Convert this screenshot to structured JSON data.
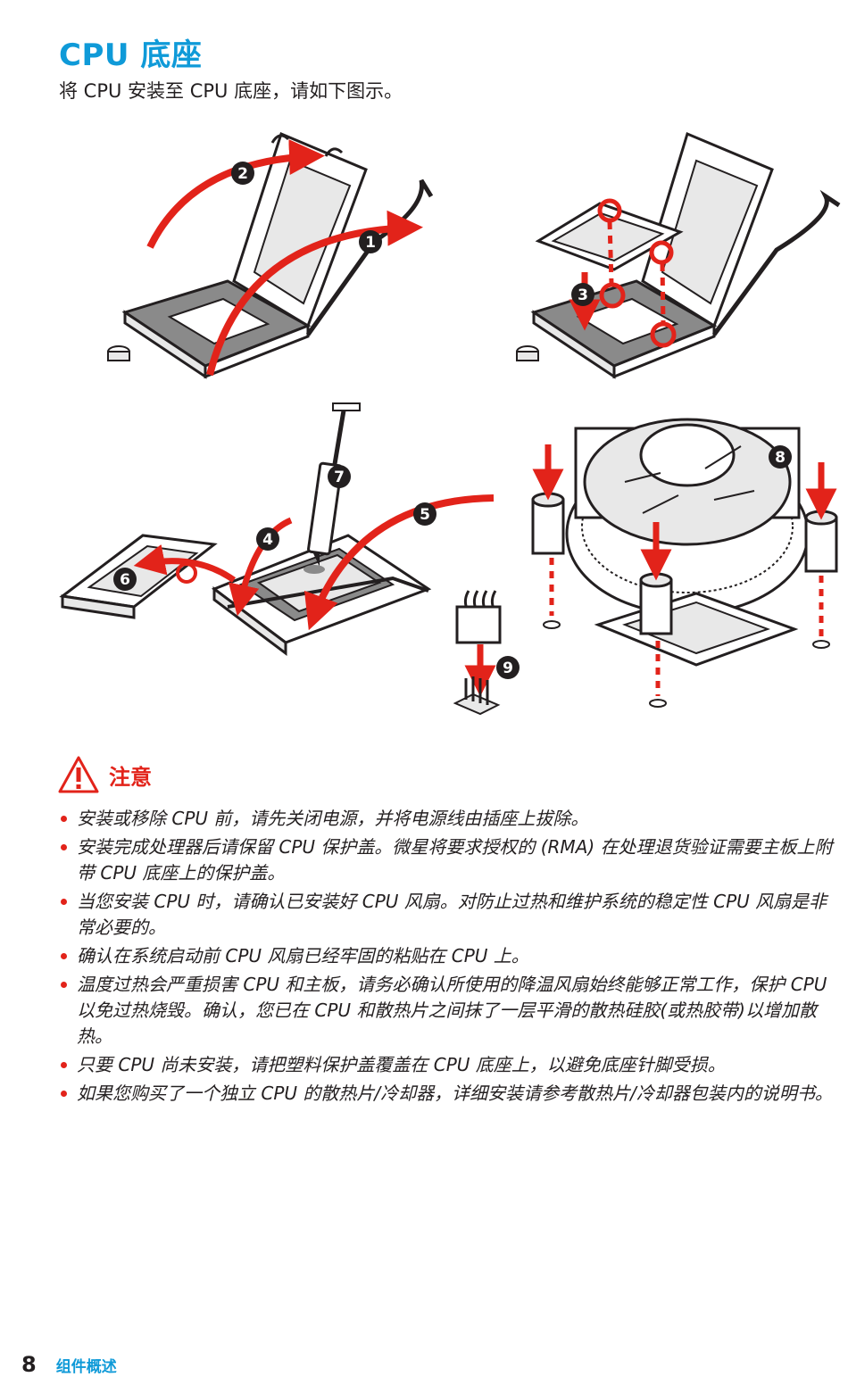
{
  "page": {
    "title": "CPU 底座",
    "intro": "将 CPU 安装至 CPU 底座，请如下图示。"
  },
  "figure": {
    "step_numbers": [
      "1",
      "2",
      "3",
      "4",
      "5",
      "6",
      "7",
      "8",
      "9"
    ],
    "colors": {
      "arrow": "#e2231a",
      "line": "#231f20",
      "shade": "#8a8a8a",
      "light": "#e8e8e8",
      "accent_blue": "#0f9ad8"
    }
  },
  "caution": {
    "label": "注意",
    "icon": "warning-triangle-icon",
    "items": [
      "安装或移除 CPU 前，请先关闭电源，并将电源线由插座上拔除。",
      "安装完成处理器后请保留 CPU 保护盖。微星将要求授权的 (RMA) 在处理退货验证需要主板上附带 CPU 底座上的保护盖。",
      "当您安装 CPU 时，请确认已安装好 CPU 风扇。对防止过热和维护系统的稳定性 CPU 风扇是非常必要的。",
      "确认在系统启动前 CPU 风扇已经牢固的粘贴在 CPU 上。",
      "温度过热会严重损害 CPU 和主板，请务必确认所使用的降温风扇始终能够正常工作，保护 CPU 以免过热烧毁。确认，您已在 CPU 和散热片之间抹了一层平滑的散热硅胶(或热胶带)以增加散热。",
      "只要 CPU 尚未安装，请把塑料保护盖覆盖在 CPU 底座上，以避免底座针脚受损。",
      "如果您购买了一个独立 CPU 的散热片/冷却器，详细安装请参考散热片/冷却器包装内的说明书。"
    ]
  },
  "footer": {
    "page_number": "8",
    "section": "组件概述"
  }
}
